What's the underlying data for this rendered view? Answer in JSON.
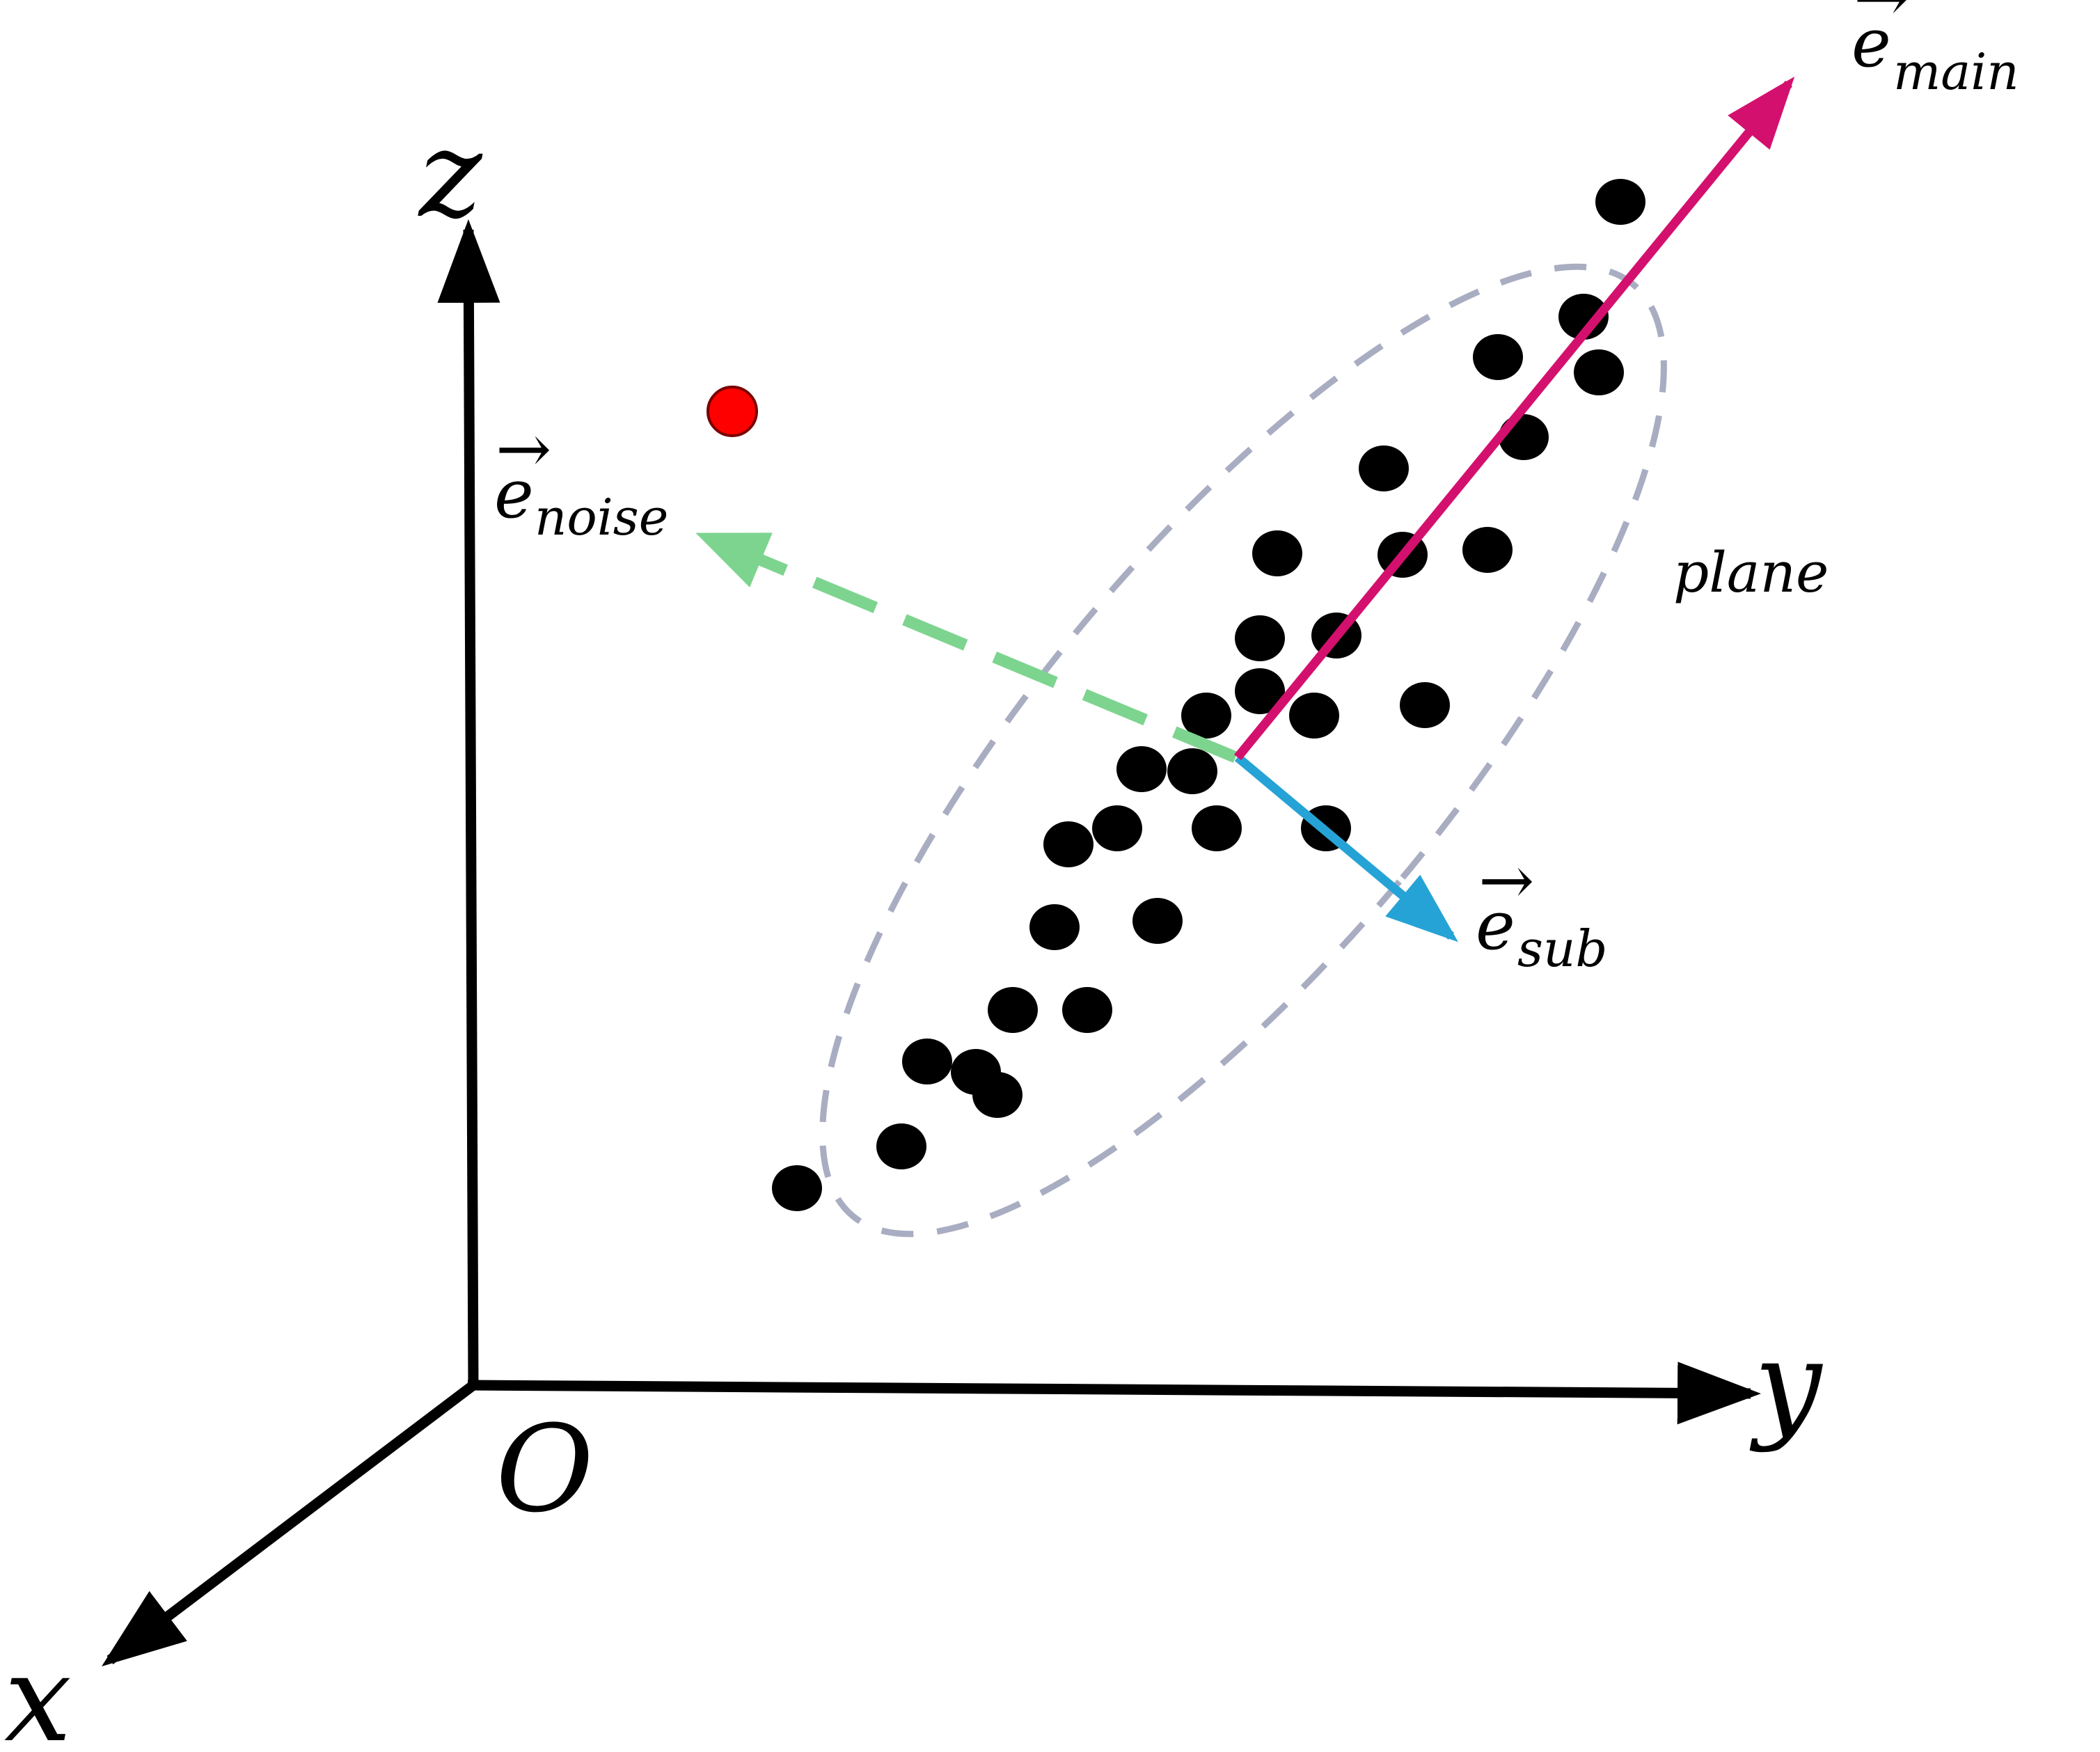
{
  "labels": {
    "axis_x": "x",
    "axis_y": "y",
    "axis_z": "z",
    "origin": "O",
    "vec_base": "e",
    "vec_arrow": "→",
    "main_sub": "main",
    "sub_sub": "sub",
    "noise_sub": "noise",
    "plane": "plane"
  },
  "colors": {
    "axis": "#000000",
    "main_vector": "#d4106e",
    "sub_vector": "#26a3d6",
    "noise_vector": "#7dd48f",
    "plane_outline": "#a9adc2",
    "data_point": "#000000",
    "outlier_point": "#ff0000"
  }
}
